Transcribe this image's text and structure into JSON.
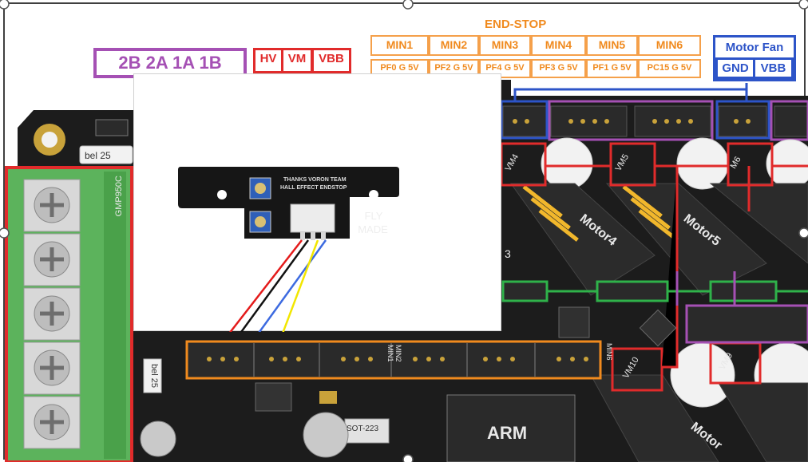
{
  "header": {
    "endstop_title": "END-STOP",
    "min_labels": [
      "MIN1",
      "MIN2",
      "MIN3",
      "MIN4",
      "MIN5",
      "MIN6"
    ],
    "pin_labels": [
      "PF0 G 5V",
      "PF2 G 5V",
      "PF4 G 5V",
      "PF3 G 5V",
      "PF1 G 5V",
      "PC15 G 5V"
    ],
    "motor_pins_label": "2B 2A 1A 1B",
    "power_labels": [
      "HV",
      "VM",
      "VBB"
    ],
    "motor_fan_title": "Motor Fan",
    "motor_fan_pins": [
      "GND",
      "VBB"
    ]
  },
  "board": {
    "fuse_label": "bel 25",
    "fuse_label_2": "bel 25",
    "motor_labels": [
      "Motor4",
      "Motor5",
      "Motor"
    ],
    "vm_labels": [
      "VM4",
      "VM5",
      "M6",
      "VM10",
      "VM9"
    ],
    "connector_side_label": "GMP950C",
    "chip_brand": "ARM",
    "connector_mini_labels": [
      "MIN1",
      "MIN2",
      "MIN6"
    ],
    "regulator_label": "SOT-223",
    "small_digit": "3"
  },
  "inset": {
    "pcb_text_1": "THANKS VORON TEAM",
    "pcb_text_2": "HALL EFFECT ENDSTOP",
    "brand_line_1": "FLY",
    "brand_line_2": "MADE"
  },
  "wires": [
    "red",
    "black",
    "blue",
    "yellow"
  ],
  "colors": {
    "endstop_orange": "#f08a1e",
    "motor_purple": "#a550b4",
    "power_red": "#e12b2b",
    "fan_blue": "#2d54c8",
    "green_line": "#2fb24a",
    "pcb_black": "#1c1c1c",
    "terminal_green": "#5cb35c"
  }
}
